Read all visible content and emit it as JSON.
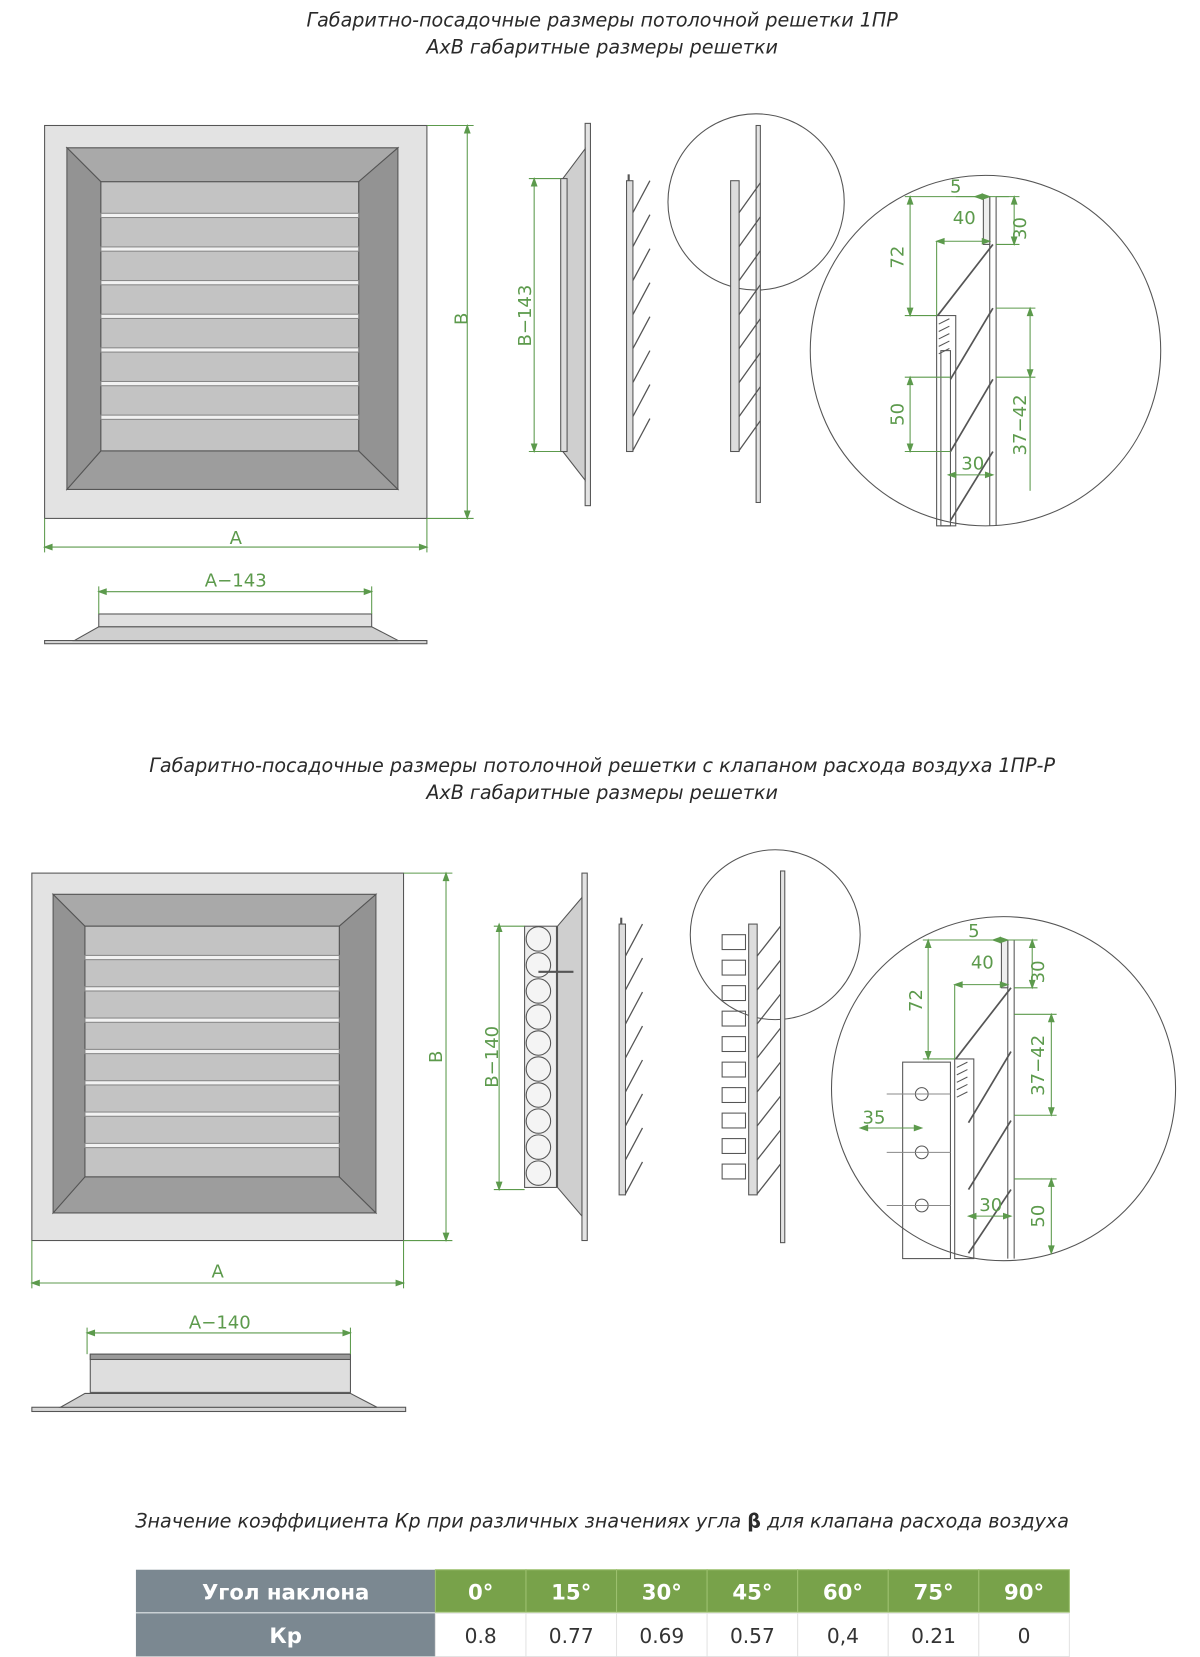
{
  "section1": {
    "title_line1": "Габаритно-посадочные размеры потолочной решетки 1ПР",
    "title_line2": "AxB габаритные размеры решетки",
    "dims": {
      "B": "B",
      "A": "A",
      "A_minus": "A−143",
      "B_minus": "B−143",
      "d5": "5",
      "d40": "40",
      "d30a": "30",
      "d72": "72",
      "d50": "50",
      "d3742": "37−42",
      "d30b": "30"
    }
  },
  "section2": {
    "title_line1": "Габаритно-посадочные размеры потолочной решетки с клапаном расхода воздуха 1ПР-Р",
    "title_line2": "AxB габаритные размеры решетки",
    "dims": {
      "B": "B",
      "A": "A",
      "A_minus": "A−140",
      "B_minus": "B−140",
      "d5": "5",
      "d40": "40",
      "d30a": "30",
      "d72": "72",
      "d3742": "37−42",
      "d35": "35",
      "d30b": "30",
      "d50": "50"
    }
  },
  "table": {
    "title_pre": "Значение коэффициента Кр при различных значениях угла ",
    "title_beta": "β",
    "title_post": " для клапана расхода воздуха",
    "row_header_angle": "Угол наклона",
    "row_header_kp": "Кр",
    "angles": [
      "0°",
      "15°",
      "30°",
      "45°",
      "60°",
      "75°",
      "90°"
    ],
    "kp": [
      "0.8",
      "0.77",
      "0.69",
      "0.57",
      "0,4",
      "0.21",
      "0"
    ],
    "colors": {
      "header_gray": "#7b8891",
      "header_green": "#78a24a"
    }
  }
}
